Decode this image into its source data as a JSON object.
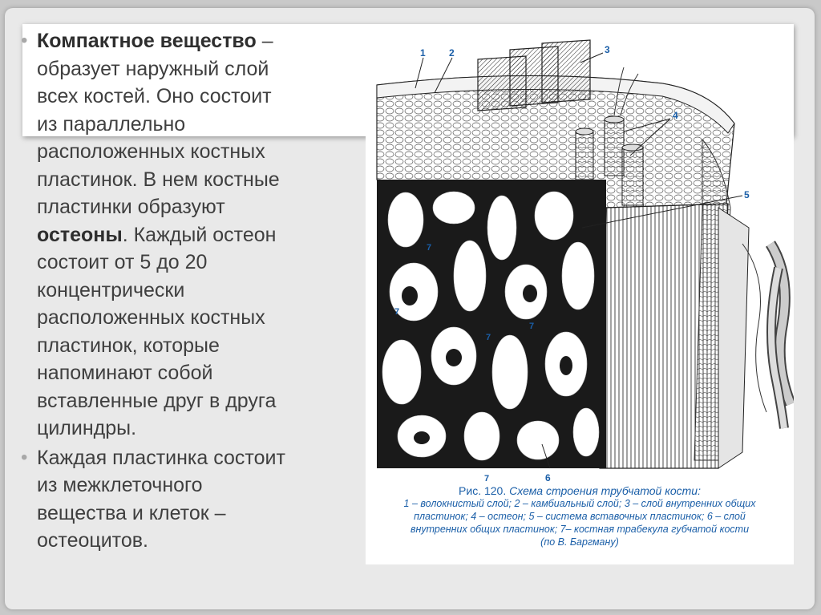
{
  "text": {
    "b1_term": "Компактное вещество",
    "b1_lines": [
      " – ",
      "образует наружный слой",
      "всех костей. Оно состоит",
      "из параллельно",
      "расположенных костных",
      "пластинок. В нем костные",
      "пластинки образуют"
    ],
    "b1_term2": "остеоны",
    "b1_after": ". Каждый остеон",
    "b1_lines2": [
      "состоит от 5 до 20",
      "концентрически",
      "расположенных костных",
      "пластинок, которые",
      "напоминают собой",
      "вставленные друг в друга",
      "цилиндры."
    ],
    "b2_lines": [
      "Каждая пластинка состоит",
      "из межклеточного",
      "вещества и клеток –",
      "остеоцитов."
    ]
  },
  "figure": {
    "labels": [
      "1",
      "2",
      "3",
      "4",
      "5",
      "6",
      "7",
      "7",
      "7",
      "7",
      "7"
    ],
    "caption_prefix": "Рис. 120.",
    "caption_title": "Схема строения трубчатой кости:",
    "caption_lines": [
      "1 – волокнистый слой; 2 – камбиальный слой; 3 – слой внутренних общих",
      "пластинок; 4 – остеон; 5 – система вставочных пластинок; 6 – слой",
      "внутренних общих пластинок; 7– костная трабекула губчатой кости",
      "(по В. Баргману)"
    ]
  }
}
